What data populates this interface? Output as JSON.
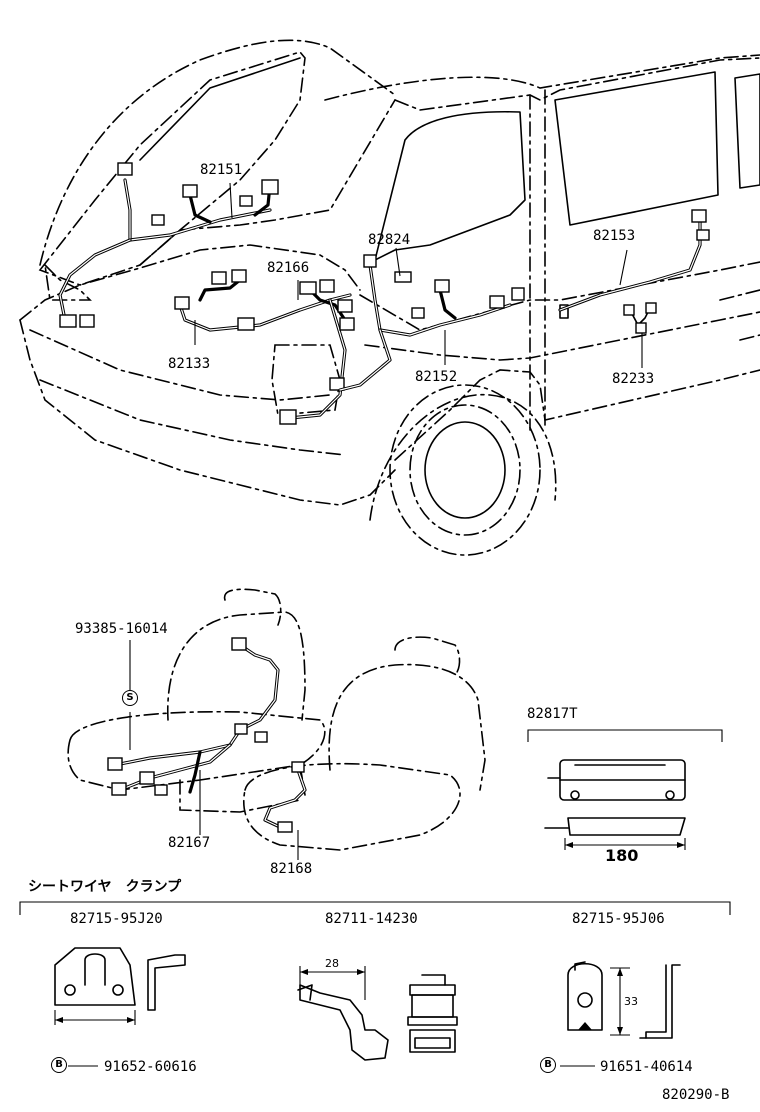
{
  "labels": {
    "p82151": "82151",
    "p82824": "82824",
    "p82166": "82166",
    "p82153": "82153",
    "p82133": "82133",
    "p82152": "82152",
    "p82233": "82233",
    "p93385": "93385-16014",
    "p82817T": "82817T",
    "p82167": "82167",
    "p82168": "82168",
    "dim180": "180",
    "section_title": "シートワイヤ　クランプ",
    "c82715_95J20": "82715-95J20",
    "c82711_14230": "82711-14230",
    "c82715_95J06": "82715-95J06",
    "dim28": "28",
    "dim33": "33",
    "b91652": "91652-60616",
    "b91651": "91651-40614",
    "sym_s": "S",
    "sym_b1": "B",
    "sym_b2": "B",
    "drawing_no": "820290-B"
  }
}
